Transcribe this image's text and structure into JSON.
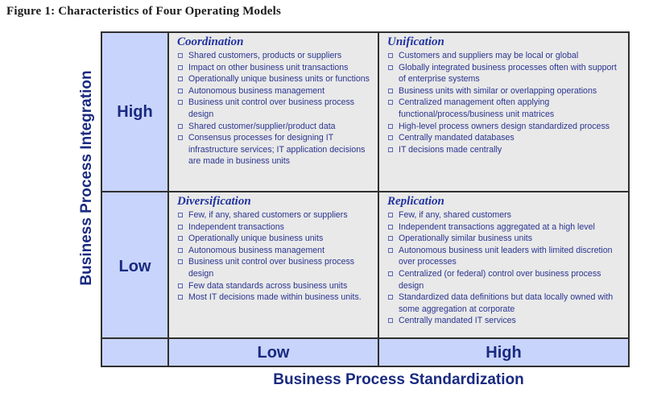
{
  "figure_title": "Figure 1: Characteristics of Four Operating Models",
  "y_axis_label": "Business Process Integration",
  "x_axis_label": "Business Process Standardization",
  "row_labels": {
    "high": "High",
    "low": "Low"
  },
  "col_labels": {
    "low": "Low",
    "high": "High"
  },
  "quadrants": {
    "coordination": {
      "title": "Coordination",
      "items": [
        "Shared customers, products or suppliers",
        "Impact on other business unit transactions",
        "Operationally unique business units or functions",
        "Autonomous business management",
        "Business unit control over business process design",
        "Shared customer/supplier/product data",
        "Consensus processes for designing IT infrastructure services; IT application decisions are made in business units"
      ]
    },
    "unification": {
      "title": "Unification",
      "items": [
        "Customers and suppliers may be local or global",
        "Globally integrated business processes often with support of enterprise systems",
        "Business units with similar or overlapping operations",
        "Centralized management often applying functional/process/business unit matrices",
        "High-level process owners design standardized process",
        "Centrally mandated databases",
        "IT decisions made centrally"
      ]
    },
    "diversification": {
      "title": "Diversification",
      "items": [
        "Few, if any, shared customers or suppliers",
        "Independent transactions",
        "Operationally unique business units",
        "Autonomous business management",
        "Business unit control over business process design",
        "Few data standards across business units",
        "Most IT decisions made within business units."
      ]
    },
    "replication": {
      "title": "Replication",
      "items": [
        "Few, if any, shared customers",
        "Independent transactions aggregated at a high level",
        "Operationally similar business units",
        "Autonomous business unit leaders with limited discretion over processes",
        "Centralized (or federal) control over business process design",
        "Standardized data definitions but data locally owned with some aggregation at corporate",
        "Centrally mandated IT services"
      ]
    }
  }
}
